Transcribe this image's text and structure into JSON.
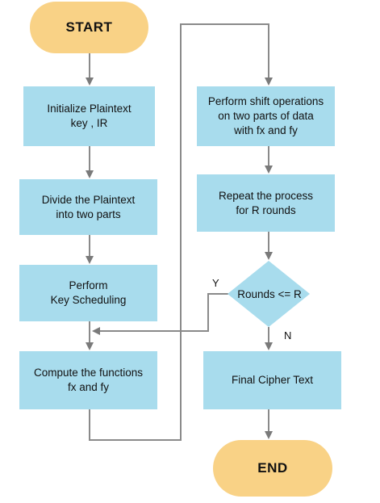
{
  "nodes": {
    "start": "START",
    "init": "Initialize Plaintext\nkey , IR",
    "divide": "Divide the Plaintext\ninto two parts",
    "keysched": "Perform\nKey Scheduling",
    "compute": "Compute the functions\nfx and fy",
    "shift": "Perform shift operations\non two parts of data\nwith fx and fy",
    "repeat": "Repeat the process\nfor R rounds",
    "decision": "Rounds <= R",
    "final": "Final Cipher Text",
    "end": "END"
  },
  "edge_labels": {
    "yes": "Y",
    "no": "N"
  },
  "colors": {
    "process": "#a8dced",
    "terminal": "#f9d286",
    "arrow": "#888888"
  }
}
